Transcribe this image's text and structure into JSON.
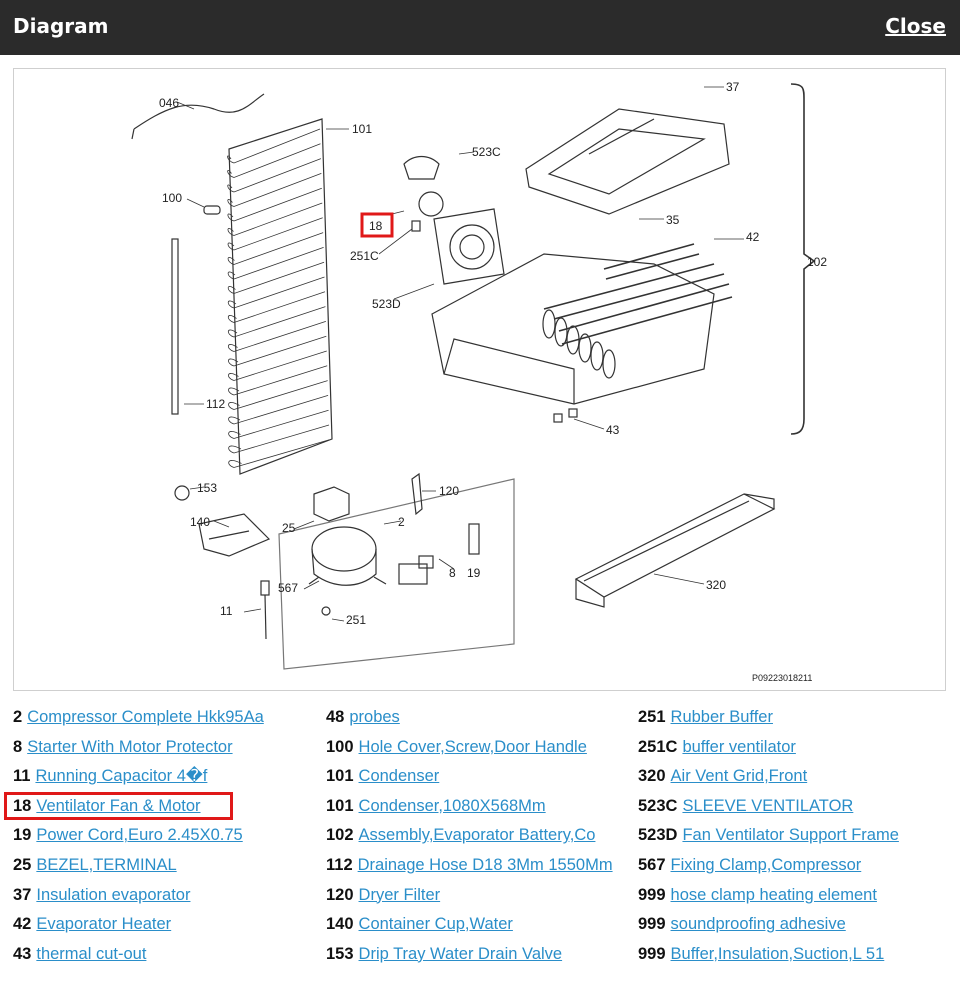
{
  "header": {
    "title": "Diagram",
    "close_label": "Close"
  },
  "diagram": {
    "callouts": [
      "046",
      "101",
      "100",
      "112",
      "153",
      "140",
      "25",
      "2",
      "11",
      "567",
      "251",
      "120",
      "8",
      "19",
      "523C",
      "18",
      "251C",
      "523D",
      "35",
      "37",
      "42",
      "102",
      "43",
      "320"
    ],
    "highlighted_callout": "18",
    "catalog_number": "P09223018211"
  },
  "parts": [
    [
      {
        "num": "2",
        "label": "Compressor Complete Hkk95Aa"
      },
      {
        "num": "8",
        "label": "Starter With Motor Protector"
      },
      {
        "num": "11",
        "label": "Running Capacitor 4�f"
      },
      {
        "num": "18",
        "label": "Ventilator Fan & Motor"
      },
      {
        "num": "19",
        "label": "Power Cord,Euro 2.45X0.75"
      },
      {
        "num": "25",
        "label": "BEZEL,TERMINAL"
      },
      {
        "num": "37",
        "label": "Insulation evaporator"
      },
      {
        "num": "42",
        "label": "Evaporator Heater"
      },
      {
        "num": "43",
        "label": "thermal cut-out"
      }
    ],
    [
      {
        "num": "48",
        "label": "probes"
      },
      {
        "num": "100",
        "label": "Hole Cover,Screw,Door Handle"
      },
      {
        "num": "101",
        "label": "Condenser"
      },
      {
        "num": "101",
        "label": "Condenser,1080X568Mm"
      },
      {
        "num": "102",
        "label": "Assembly,Evaporator Battery,Co"
      },
      {
        "num": "112",
        "label": "Drainage Hose D18 3Mm 1550Mm"
      },
      {
        "num": "120",
        "label": "Dryer Filter"
      },
      {
        "num": "140",
        "label": "Container Cup,Water"
      },
      {
        "num": "153",
        "label": "Drip Tray Water Drain Valve"
      }
    ],
    [
      {
        "num": "251",
        "label": "Rubber Buffer"
      },
      {
        "num": "251C",
        "label": "buffer ventilator"
      },
      {
        "num": "320",
        "label": "Air Vent Grid,Front"
      },
      {
        "num": "523C",
        "label": "SLEEVE VENTILATOR"
      },
      {
        "num": "523D",
        "label": "Fan Ventilator Support Frame"
      },
      {
        "num": "567",
        "label": "Fixing Clamp,Compressor"
      },
      {
        "num": "999",
        "label": "hose clamp heating element"
      },
      {
        "num": "999",
        "label": "soundproofing adhesive"
      },
      {
        "num": "999",
        "label": "Buffer,Insulation,Suction,L 51"
      }
    ]
  ]
}
